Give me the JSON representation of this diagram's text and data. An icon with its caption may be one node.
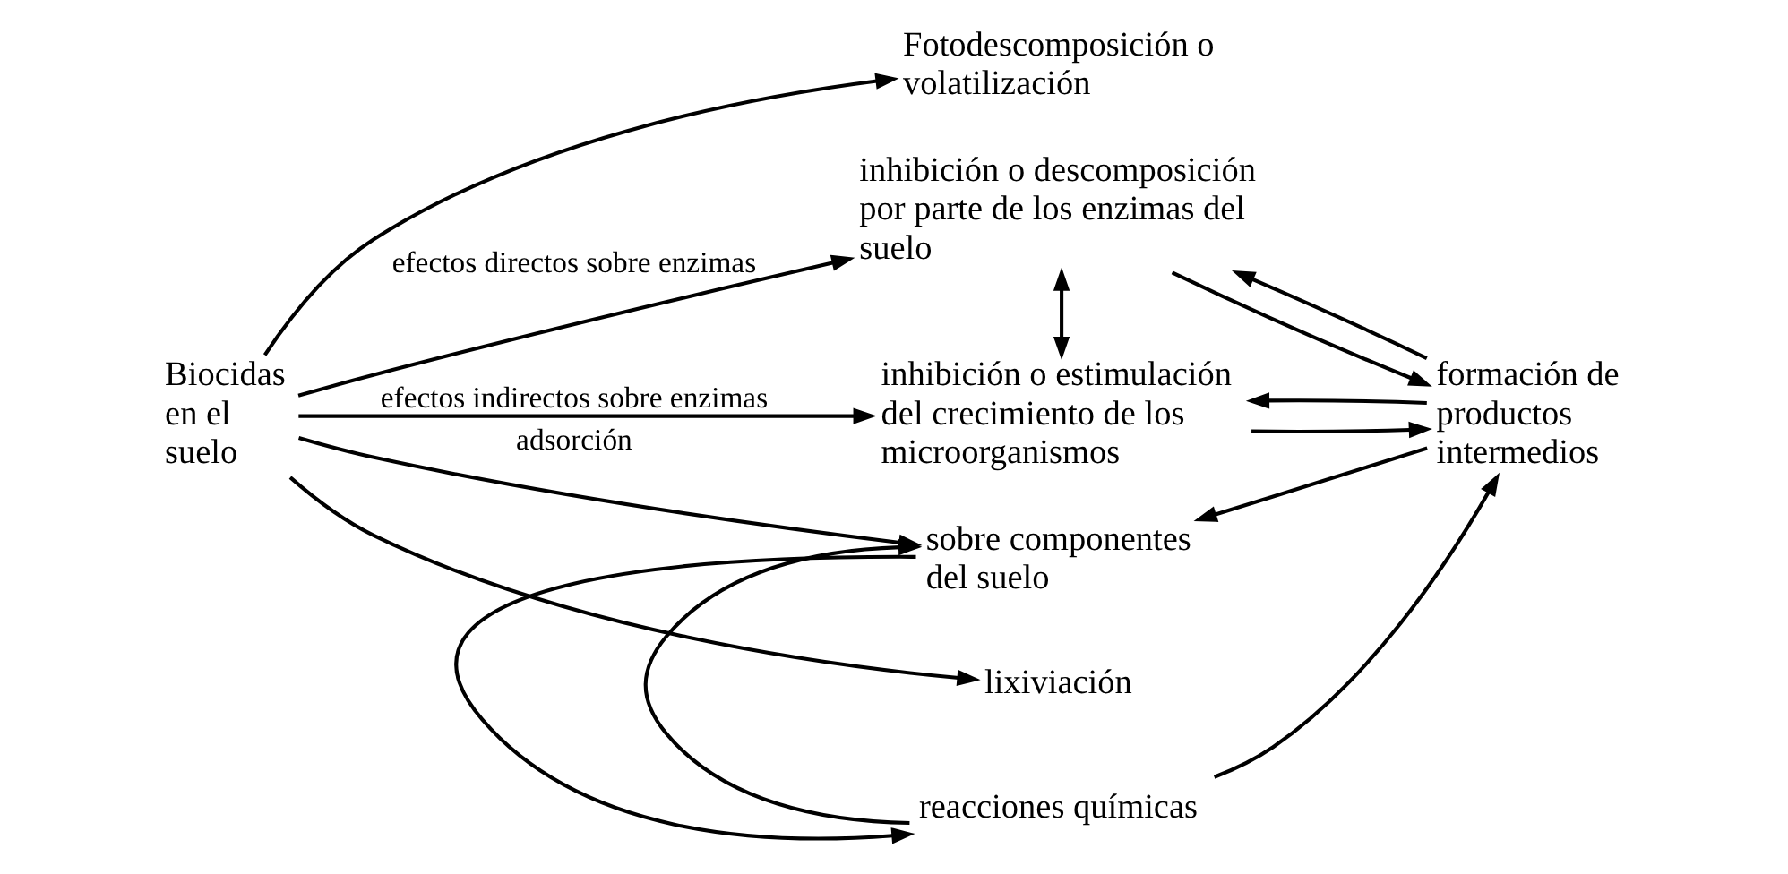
{
  "diagram": {
    "nodes": [
      {
        "text": [
          "Biocidas en el suelo"
        ]
      },
      {
        "text": [
          "Fotodescomposición o volatilización"
        ]
      },
      {
        "text": [
          "inhibición o descomposición por parte de los enzimas del suelo"
        ]
      },
      {
        "text": [
          "inhibición o estimulación del crecimiento de los microorganismos"
        ]
      },
      {
        "text": [
          "reacciones químicas"
        ]
      },
      {
        "text": [
          "sobre componentes del suelo"
        ]
      },
      {
        "text": [
          "formación de productos intermedios"
        ]
      },
      {
        "text": [
          "lixiviación"
        ]
      }
    ],
    "edges": [
      {
        "from": 0,
        "to": 1,
        "arrow": "to"
      },
      {
        "from": 0,
        "to": 2,
        "arrow": "to",
        "label": "efectos directos sobre enzimas"
      },
      {
        "from": 0,
        "to": 3,
        "arrow": "to",
        "label": "efectos indirectos sobre enzimas"
      },
      {
        "from": 0,
        "to": 5,
        "arrow": "to",
        "label": "adsorción"
      },
      {
        "from": 0,
        "to": 7,
        "arrow": "to"
      },
      {
        "from": 2,
        "to": 6,
        "arrow": "to"
      },
      {
        "from": 6,
        "to": 2,
        "arrow": "to"
      },
      {
        "from": 2,
        "to": 3,
        "arrow": "both"
      },
      {
        "from": 3,
        "to": 6,
        "arrow": "to"
      },
      {
        "from": 6,
        "to": 3,
        "arrow": "to"
      },
      {
        "from": 4,
        "to": 6,
        "arrow": "to"
      },
      {
        "from": 4,
        "to": 5,
        "arrow": "to"
      },
      {
        "from": 5,
        "to": 4,
        "arrow": "to"
      },
      {
        "from": 6,
        "to": 5,
        "arrow": "to"
      }
    ]
  }
}
